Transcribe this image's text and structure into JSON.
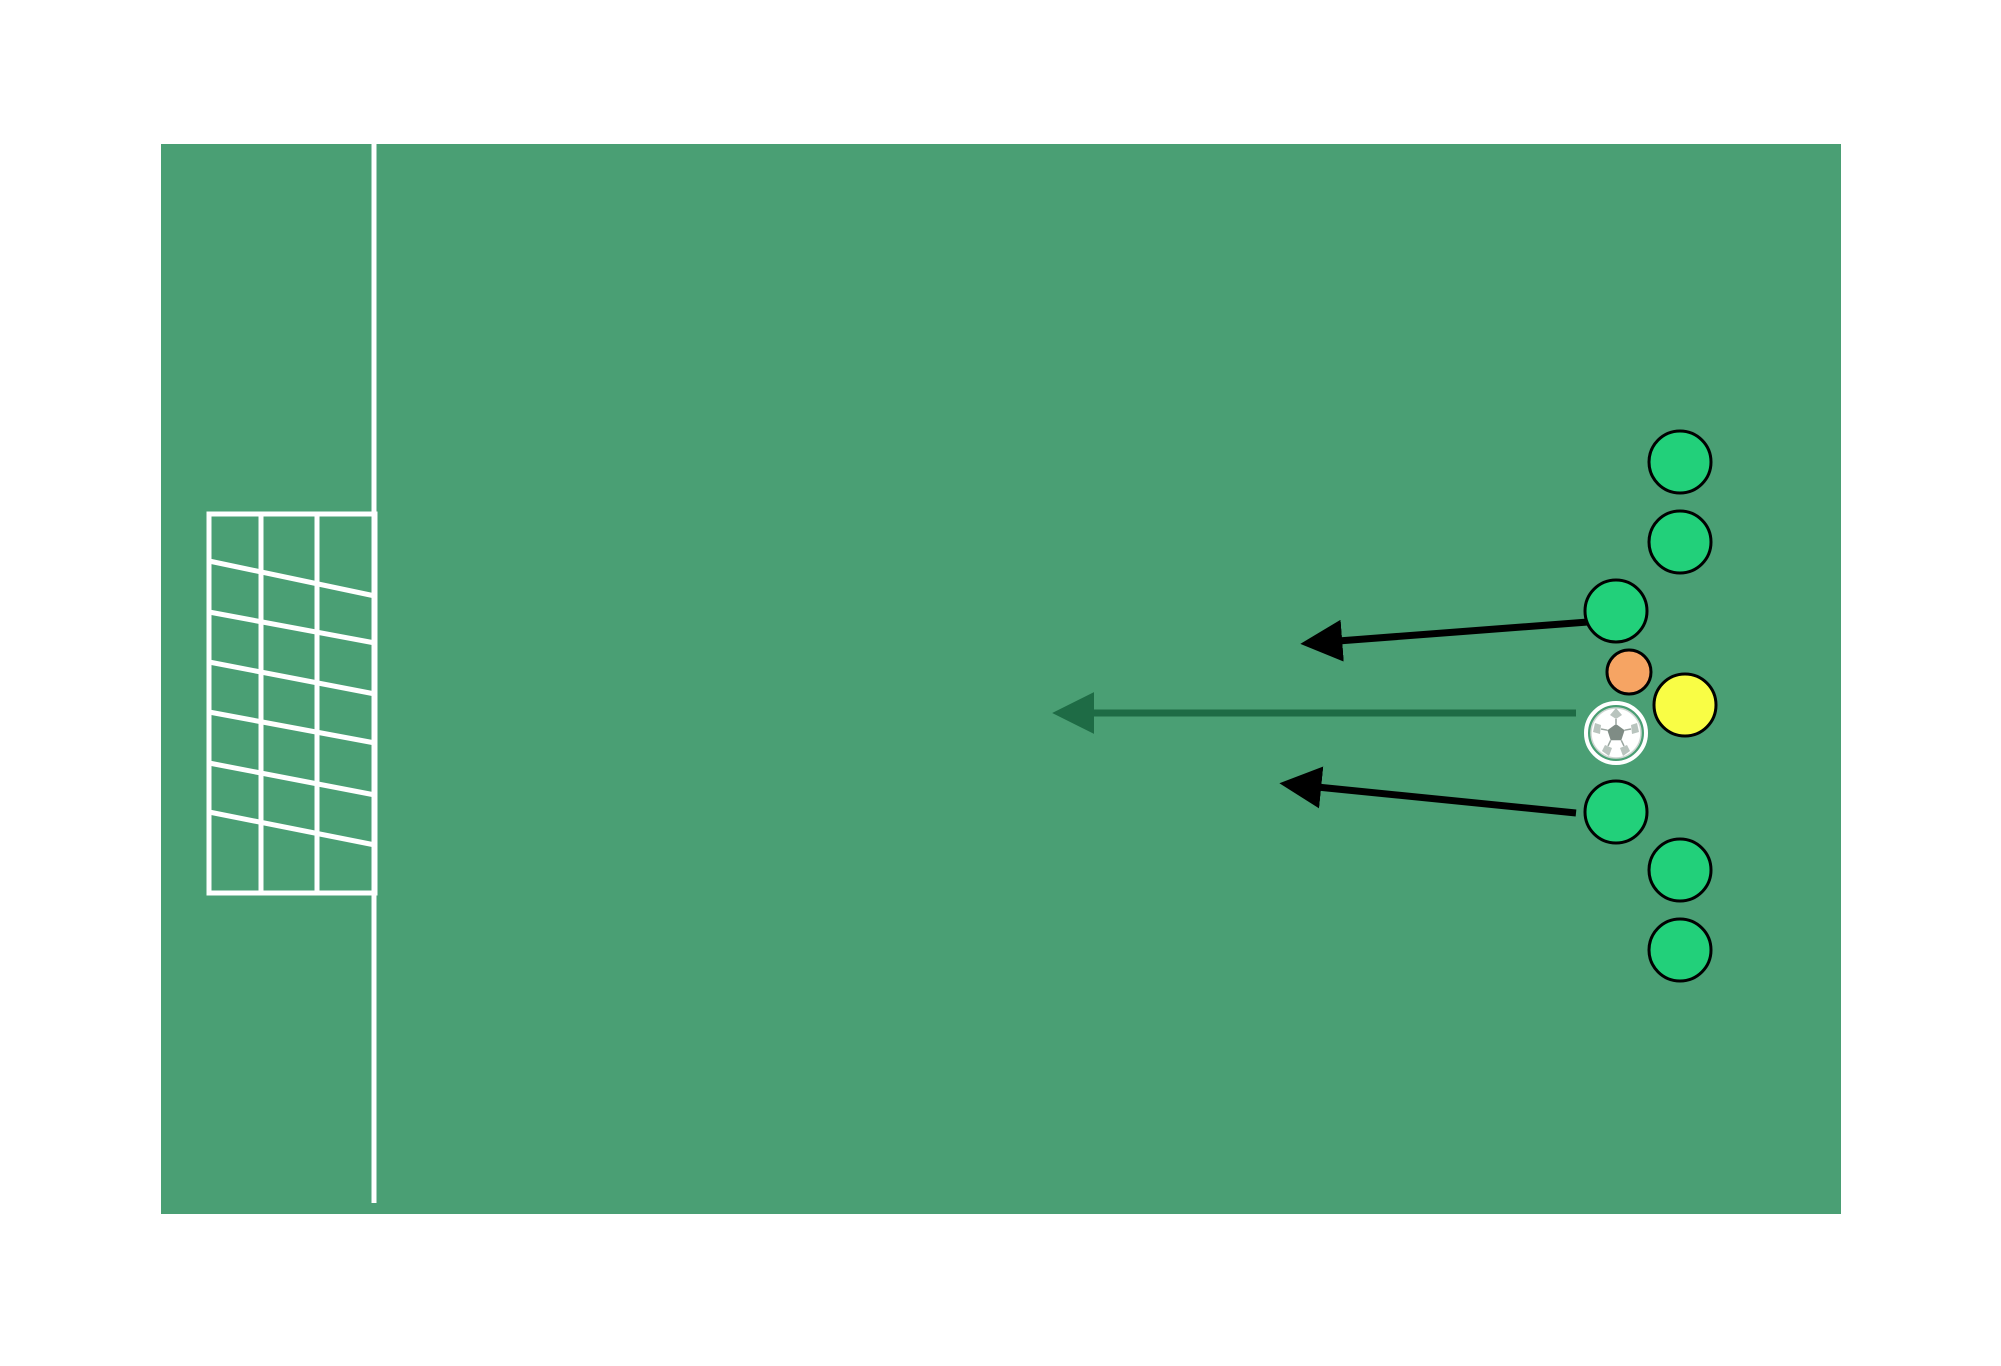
{
  "diagram": {
    "colors": {
      "pitch": "#4a9f74",
      "lines": "#ffffff",
      "attacker": "#22d07a",
      "outline": "#000000",
      "coach": "#f6a463",
      "defender": "#f9fd45",
      "dribble_arrow": "#1e6b45",
      "run_arrow": "#000000"
    },
    "players": [
      {
        "role": "attacker"
      },
      {
        "role": "attacker"
      },
      {
        "role": "attacker"
      },
      {
        "role": "attacker"
      },
      {
        "role": "attacker"
      },
      {
        "role": "attacker"
      },
      {
        "role": "coach"
      },
      {
        "role": "defender"
      }
    ],
    "ball": {
      "icon": "soccer-ball-icon"
    },
    "arrows": [
      {
        "kind": "run"
      },
      {
        "kind": "dribble"
      },
      {
        "kind": "run"
      }
    ]
  }
}
